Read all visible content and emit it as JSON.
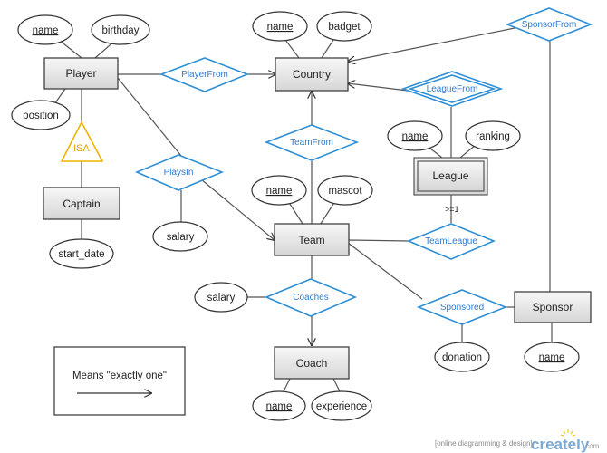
{
  "entities": {
    "player": "Player",
    "country": "Country",
    "captain": "Captain",
    "league": "League",
    "team": "Team",
    "coach": "Coach",
    "sponsor": "Sponsor"
  },
  "attributes": {
    "player_name": "name",
    "player_birthday": "birthday",
    "player_position": "position",
    "captain_start_date": "start_date",
    "country_name": "name",
    "country_badget": "badget",
    "league_name": "name",
    "league_ranking": "ranking",
    "team_name": "name",
    "team_mascot": "mascot",
    "playsin_salary": "salary",
    "coaches_salary": "salary",
    "coach_name": "name",
    "coach_experience": "experience",
    "sponsored_donation": "donation",
    "sponsor_name": "name"
  },
  "relationships": {
    "player_from": "PlayerFrom",
    "sponsor_from": "SponsorFrom",
    "league_from": "LeagueFrom",
    "team_from": "TeamFrom",
    "plays_in": "PlaysIn",
    "team_league": "TeamLeague",
    "coaches": "Coaches",
    "sponsored": "Sponsored",
    "isa": "ISA"
  },
  "cardinality": {
    "team_league": ">=1"
  },
  "legend": {
    "text": "Means \"exactly one\""
  },
  "footer": {
    "tagline": "[online diagramming & design]",
    "logo": "creately",
    "logo_suffix": ".com"
  },
  "colors": {
    "relationship": "#2f7bd1",
    "isa": "#f0b400",
    "entity_fill": "#e6e6e6",
    "stroke": "#333333"
  }
}
